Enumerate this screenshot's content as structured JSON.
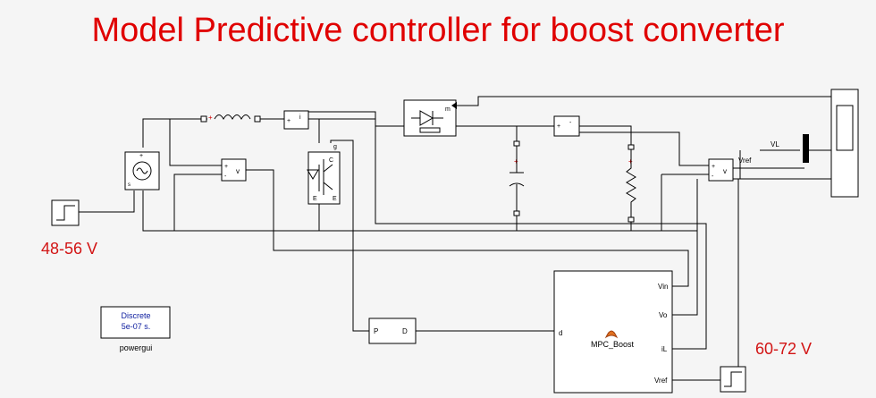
{
  "title": "Model Predictive controller for boost converter",
  "annotations": {
    "input_range": "48-56 V",
    "output_range": "60-72 V"
  },
  "blocks": {
    "powergui": {
      "line1": "Discrete",
      "line2": "5e-07 s.",
      "label": "powergui"
    },
    "pd": {
      "in": "P",
      "out": "D"
    },
    "mpc": {
      "name": "MPC_Boost",
      "ports_in": [
        "Vin",
        "Vo",
        "iL",
        "Vref"
      ],
      "port_out": "d"
    },
    "diode": {
      "port_m": "m"
    },
    "igbt": {
      "port_g": "g",
      "port_c": "C",
      "port_e": "E"
    },
    "scope_mux": {
      "vl": "VL",
      "vref": "Vref"
    },
    "voltmeter": {
      "port": "v"
    }
  },
  "colors": {
    "title": "#e00000",
    "annotation": "#d21414",
    "powergui_text": "#1020a0",
    "terminal_plus": "#d00000",
    "matlab_logo": "#e07020"
  }
}
